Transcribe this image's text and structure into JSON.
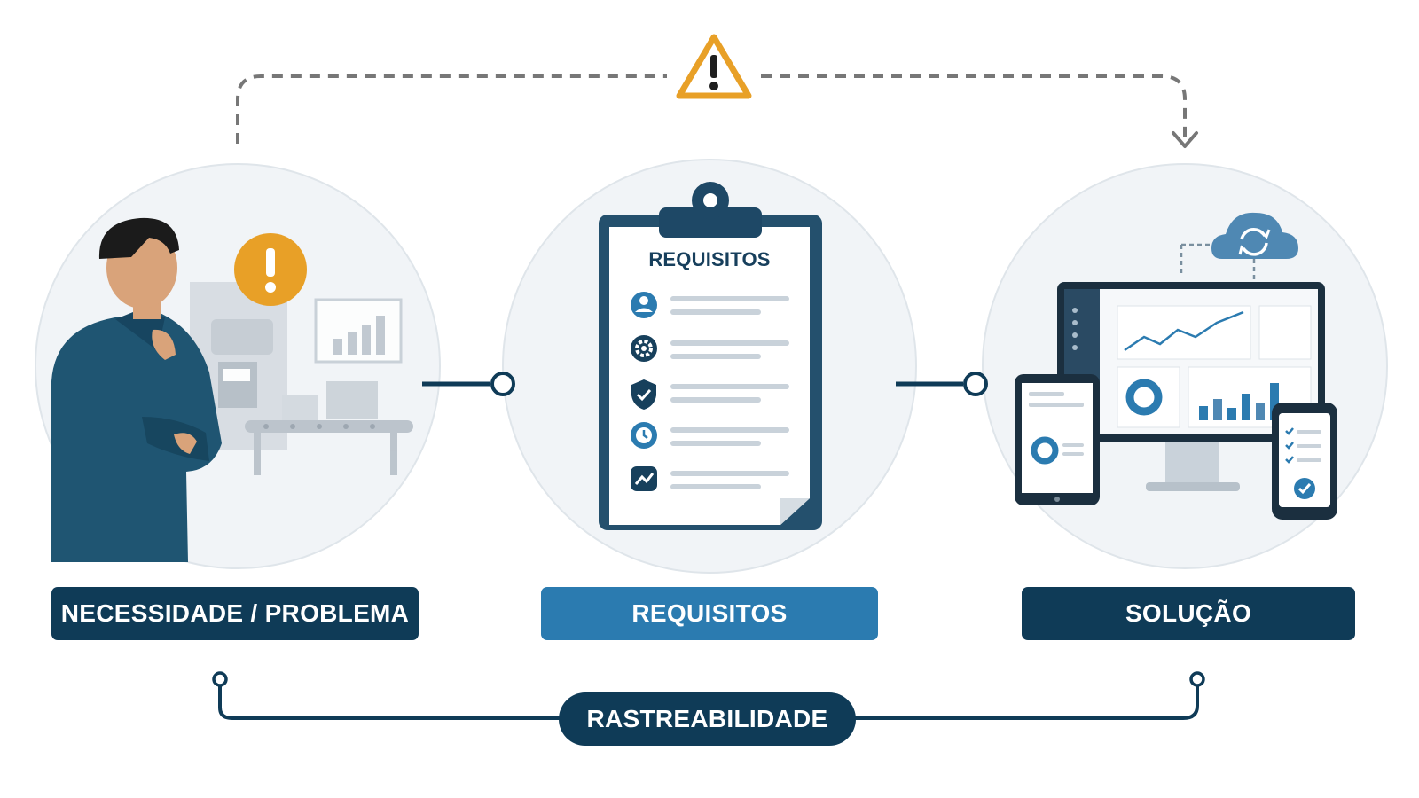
{
  "stages": [
    {
      "id": "need",
      "label": "NECESSIDADE / PROBLEMA"
    },
    {
      "id": "requirements",
      "label": "REQUISITOS"
    },
    {
      "id": "solution",
      "label": "SOLUÇÃO"
    }
  ],
  "clipboard": {
    "title": "REQUISITOS",
    "item_icons": [
      "user-icon",
      "gear-icon",
      "shield-check-icon",
      "clock-icon",
      "chart-icon"
    ]
  },
  "traceability": {
    "label": "RASTREABILIDADE"
  },
  "feedback_loop": {
    "icon": "warning-triangle-icon"
  },
  "colors": {
    "navy": "#0f3b57",
    "blue": "#2b7bb0",
    "alert_orange": "#e8a027",
    "circle_bg": "#f1f4f7",
    "dashed_gray": "#777777"
  }
}
